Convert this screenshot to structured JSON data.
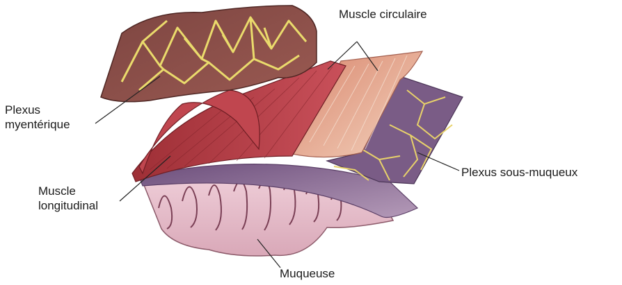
{
  "labels": {
    "muscle_circulaire": "Muscle circulaire",
    "plexus_myenterique_1": "Plexus",
    "plexus_myenterique_2": "myentérique",
    "muscle_longitudinal_1": "Muscle",
    "muscle_longitudinal_2": "longitudinal",
    "plexus_sous_muqueux": "Plexus sous-muqueux",
    "muqueuse": "Muqueuse"
  },
  "colors": {
    "longitudinal_outer": "#8a4b47",
    "plexus_yellow": "#e9dc6a",
    "muscle_red": "#b03a3f",
    "circular_pink": "#e8a98f",
    "submucosa_purple": "#8a6e96",
    "mucosa_pink": "#e8c3cf"
  }
}
